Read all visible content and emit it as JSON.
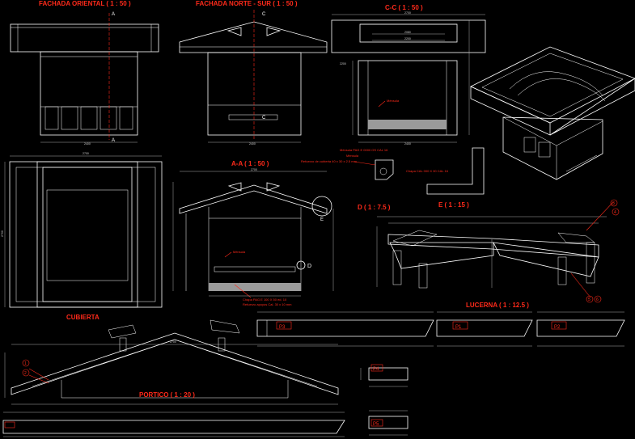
{
  "views": {
    "fachada_oriental": "FACHADA ORIENTAL ( 1 : 50 )",
    "fachada_norte_sur": "FACHADA NORTE - SUR ( 1 : 50 )",
    "corte_cc": "C-C ( 1 : 50 )",
    "corte_aa": "A-A ( 1 : 50 )",
    "detalle_d": "D ( 1 : 7.5 )",
    "detalle_e": "E ( 1 : 15 )",
    "cubierta": "CUBIERTA",
    "lucerna": "LUCERNA ( 1 : 12.5 )",
    "portico": "PORTICO ( 1 : 20 )"
  },
  "section_marks": {
    "a": "A",
    "c": "C",
    "d": "D",
    "e": "E"
  },
  "part_tags": {
    "p1": "P1",
    "p2": "P2",
    "p3": "P3",
    "p4": "P4",
    "p5": "P5"
  },
  "callouts": {
    "aa_left": "Ménsula",
    "aa_floor_1": "Chapa PAG E 100 X 50 ed. 10",
    "aa_floor_2": "Refuerzo apoyos Cal. 30 x 10 mm",
    "cc_label": "Ménsula",
    "e_detail_1": "Ménsula PAG E 0000 OS CAL 16",
    "e_detail_2": "Ménsula",
    "e_detail_3": "Refuerzo de cubierta 40 x 30 x 2.5 mm",
    "e_right": "Chapa CAL 000 X 00 CAL 16"
  },
  "balloons": [
    "1",
    "2",
    "3",
    "4",
    "5",
    "6"
  ],
  "colors": {
    "background": "#000000",
    "linework": "#ffffff",
    "titles": "#ff2a1a",
    "dimension": "#bfbfbf"
  }
}
